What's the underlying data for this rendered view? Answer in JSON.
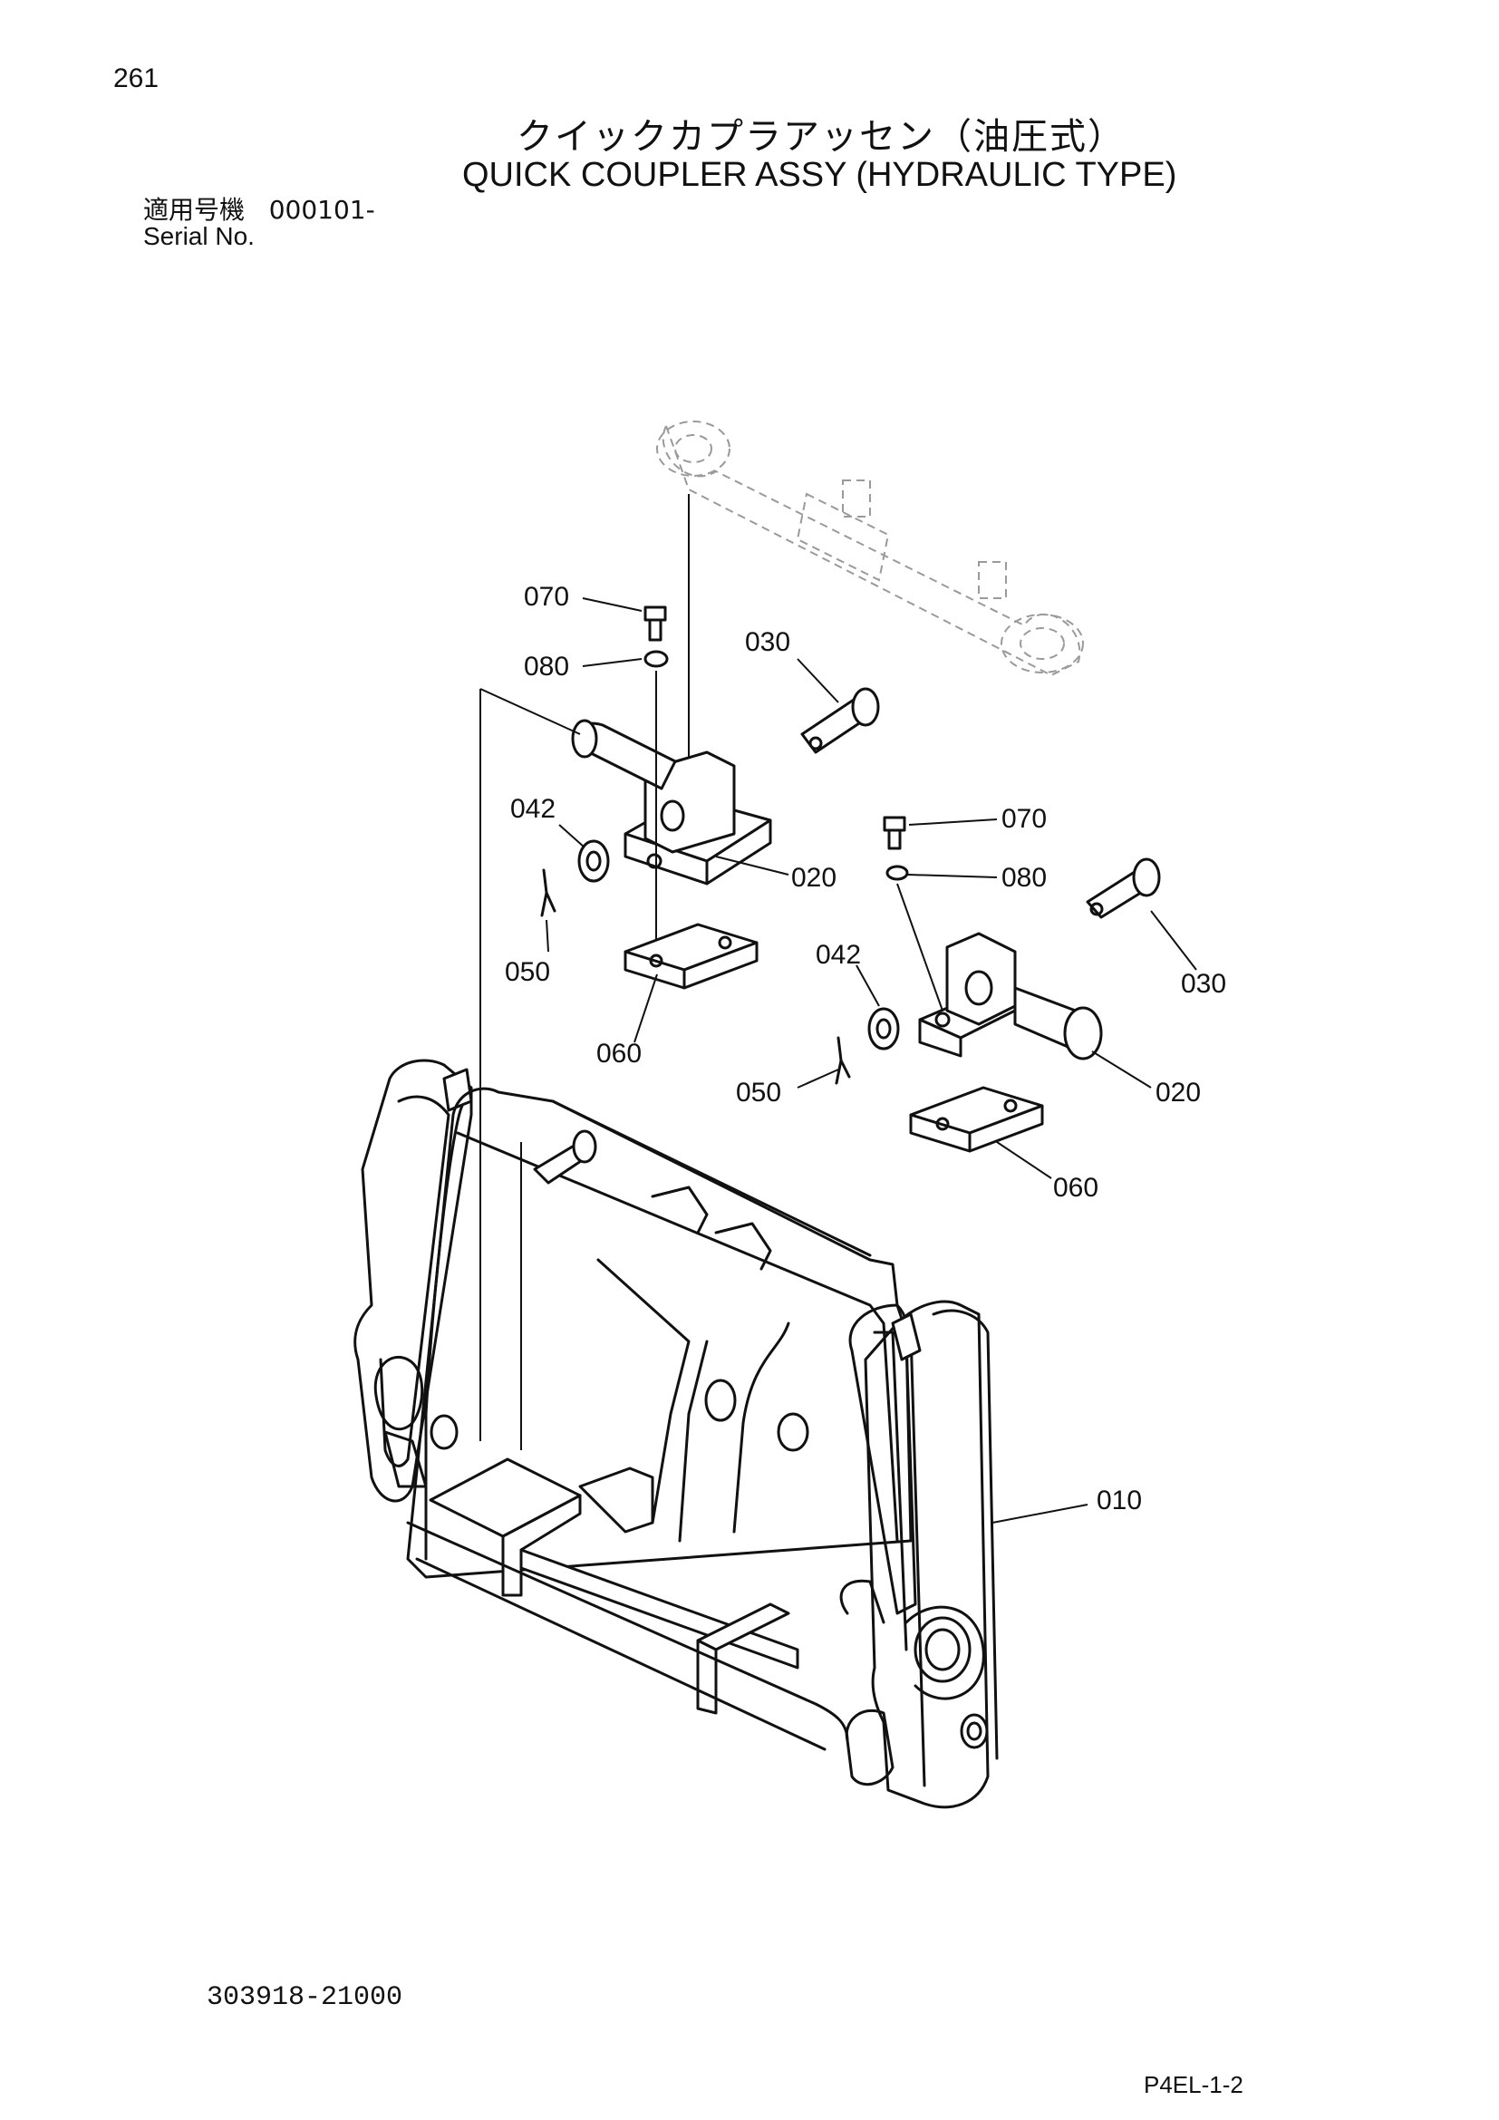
{
  "header": {
    "page_number": "261",
    "title_ja": "クイックカプラアッセン（油圧式）",
    "title_en": "QUICK COUPLER ASSY (HYDRAULIC TYPE)",
    "serial_label_ja": "適用号機",
    "serial_value": "000101-",
    "serial_label_en": "Serial No."
  },
  "diagram": {
    "callouts": [
      "070",
      "080",
      "030",
      "042",
      "020",
      "050",
      "060",
      "070",
      "080",
      "030",
      "042",
      "050",
      "020",
      "060",
      "010"
    ]
  },
  "footer": {
    "part_number": "303918-21000",
    "page_code": "P4EL-1-2"
  }
}
